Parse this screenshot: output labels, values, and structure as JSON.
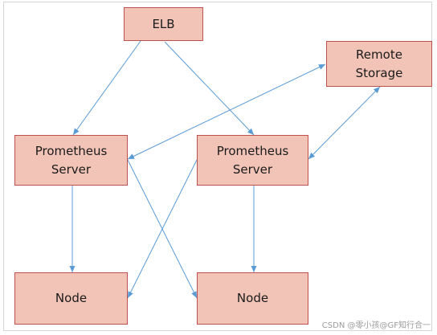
{
  "diagram": {
    "nodes": [
      {
        "id": "elb",
        "label": "ELB"
      },
      {
        "id": "remote",
        "label": "Remote\nStorage"
      },
      {
        "id": "prom1",
        "label": "Prometheus\nServer"
      },
      {
        "id": "prom2",
        "label": "Prometheus\nServer"
      },
      {
        "id": "node1",
        "label": "Node"
      },
      {
        "id": "node2",
        "label": "Node"
      }
    ],
    "edges": [
      {
        "from": "elb",
        "to": "prom1",
        "direction": "forward"
      },
      {
        "from": "elb",
        "to": "prom2",
        "direction": "forward"
      },
      {
        "from": "prom1",
        "to": "remote",
        "direction": "both"
      },
      {
        "from": "prom2",
        "to": "remote",
        "direction": "both"
      },
      {
        "from": "prom1",
        "to": "node1",
        "direction": "forward"
      },
      {
        "from": "prom1",
        "to": "node2",
        "direction": "forward"
      },
      {
        "from": "prom2",
        "to": "node2",
        "direction": "forward"
      },
      {
        "from": "prom2",
        "to": "node1",
        "direction": "forward"
      }
    ],
    "colors": {
      "box_fill": "#f2c4b8",
      "box_border": "#c0504d",
      "arrow": "#5b9bd5"
    }
  },
  "watermark": "CSDN @零小孩@GF知行合一"
}
